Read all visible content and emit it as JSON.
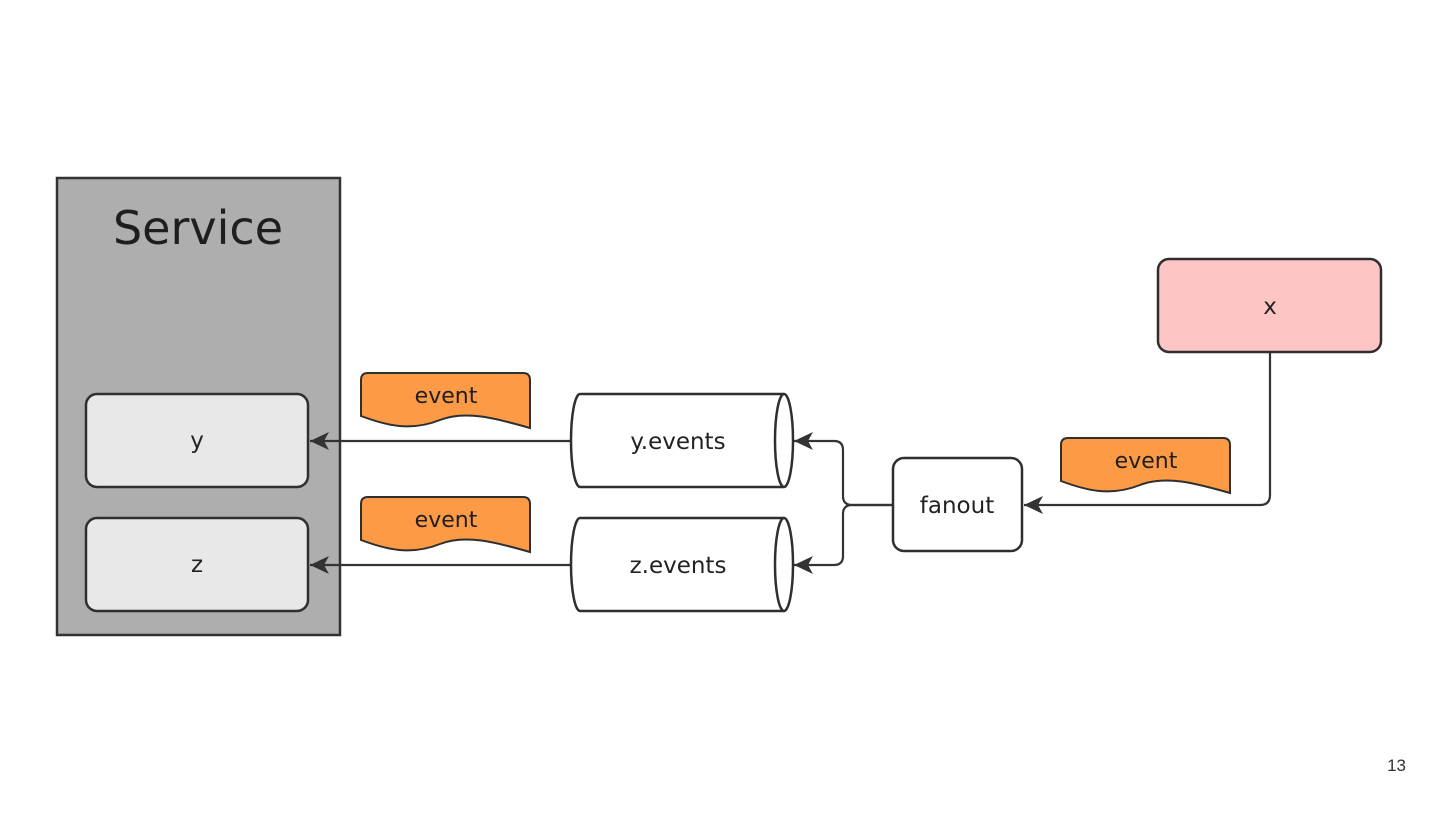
{
  "slide": {
    "page_number": "13"
  },
  "diagram": {
    "service": {
      "title": "Service",
      "children": [
        {
          "id": "y",
          "label": "y"
        },
        {
          "id": "z",
          "label": "z"
        }
      ]
    },
    "topics": [
      {
        "id": "y-events",
        "label": "y.events"
      },
      {
        "id": "z-events",
        "label": "z.events"
      }
    ],
    "fanout": {
      "label": "fanout"
    },
    "source": {
      "label": "x"
    },
    "event_flags": [
      {
        "label": "event"
      },
      {
        "label": "event"
      },
      {
        "label": "event"
      }
    ],
    "edges": [
      {
        "from": "source",
        "to": "fanout"
      },
      {
        "from": "fanout",
        "to": "y-events"
      },
      {
        "from": "fanout",
        "to": "z-events"
      },
      {
        "from": "y-events",
        "to": "y"
      },
      {
        "from": "z-events",
        "to": "z"
      }
    ],
    "colors": {
      "service_fill": "#aeaeae",
      "service_stroke": "#333333",
      "child_fill": "#e8e8e8",
      "node_fill": "#ffffff",
      "source_fill": "#fec5c5",
      "event_fill": "#fd9a46",
      "stroke": "#2f2f2f"
    }
  }
}
